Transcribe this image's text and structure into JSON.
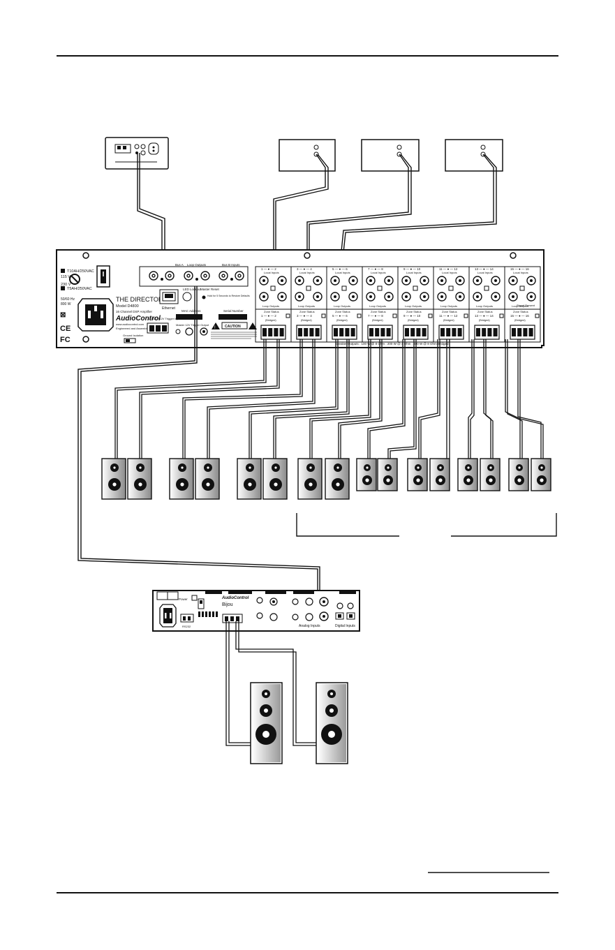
{
  "director": {
    "title": "THE DIRECTOR®",
    "model": "Model D4800",
    "subtitle": "16 Channel DSP Amplifier",
    "brand": "AudioControl",
    "website": "www.audiocontrol.com",
    "made": "Engineered and Assembled in USA",
    "fuse_top": "T10AH/250VAC",
    "voltage_115": "115 V",
    "voltage_230": "230 V",
    "fuse_bottom": "T5AH/250VAC",
    "power_spec_1": "50/60 Hz",
    "power_spec_2": "800 W",
    "ethernet": "Ethernet",
    "led_label": "LED Lockout",
    "reset_label": "Master Reset",
    "reset_note": "Hold for 5 Seconds to Restore Defaults",
    "mac_label": "MAC Address",
    "serial_label": "Serial Number",
    "trigger_label": "12VDC +12V Trigger Input",
    "master_trigger": "Master 12V Trigger Output",
    "ground_label": "Ground Isolation",
    "bus_a": "Bus A",
    "loop_outputs": "Loop Outputs",
    "bus_b": "Bus B Inputs",
    "caution": "CAUTION",
    "speaker_note": "Speaker Outputs : 100 W @ 8 Ohm : 200 W @ 4 Ohm : 400 W @ 8 Ohm Bridged",
    "signal_present": "Signal Present",
    "local_inputs": "Local Inputs",
    "zone_status": "Zone Status",
    "bridged": "(Bridged)",
    "zone_labels": [
      "1 — ● — 2",
      "3 — ● — 4",
      "5 — ● — 6",
      "7 — ● — 8",
      "9 — ● — 10",
      "11 — ● — 12",
      "13 — ● — 14",
      "15 — ● — 16"
    ]
  },
  "bijou": {
    "brand": "AudioControl",
    "name": "Bijou",
    "power": "Power",
    "analog_inputs": "Analog Inputs",
    "digital_inputs": "Digital Inputs",
    "rs232": "RS232"
  }
}
